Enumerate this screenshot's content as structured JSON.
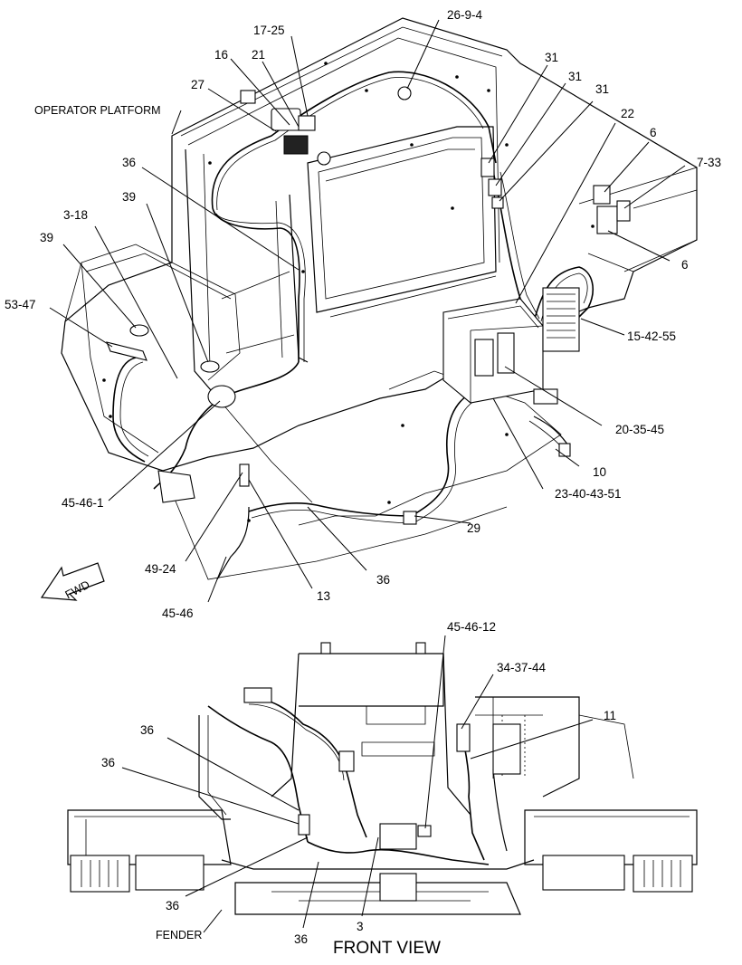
{
  "diagram": {
    "title_labels": {
      "operator_platform": "OPERATOR PLATFORM",
      "fender": "FENDER",
      "front_view": "FRONT VIEW",
      "fwd": "FWD"
    },
    "callouts": {
      "c26_9_4": "26-9-4",
      "c17_25": "17-25",
      "c16": "16",
      "c21": "21",
      "c27": "27",
      "c31_a": "31",
      "c31_b": "31",
      "c31_c": "31",
      "c22": "22",
      "c6_a": "6",
      "c7_33": "7-33",
      "c6_b": "6",
      "c36_a": "36",
      "c39_a": "39",
      "c3_18": "3-18",
      "c39_b": "39",
      "c53_47": "53-47",
      "c15_42_55": "15-42-55",
      "c20_35_45": "20-35-45",
      "c10": "10",
      "c23_40_43_51": "23-40-43-51",
      "c29": "29",
      "c45_46_1": "45-46-1",
      "c49_24": "49-24",
      "c36_b": "36",
      "c13": "13",
      "c45_46": "45-46",
      "c45_46_12": "45-46-12",
      "c34_37_44": "34-37-44",
      "c11": "11",
      "c36_c": "36",
      "c36_d": "36",
      "c36_e": "36",
      "c36_f": "36",
      "c3": "3"
    }
  }
}
